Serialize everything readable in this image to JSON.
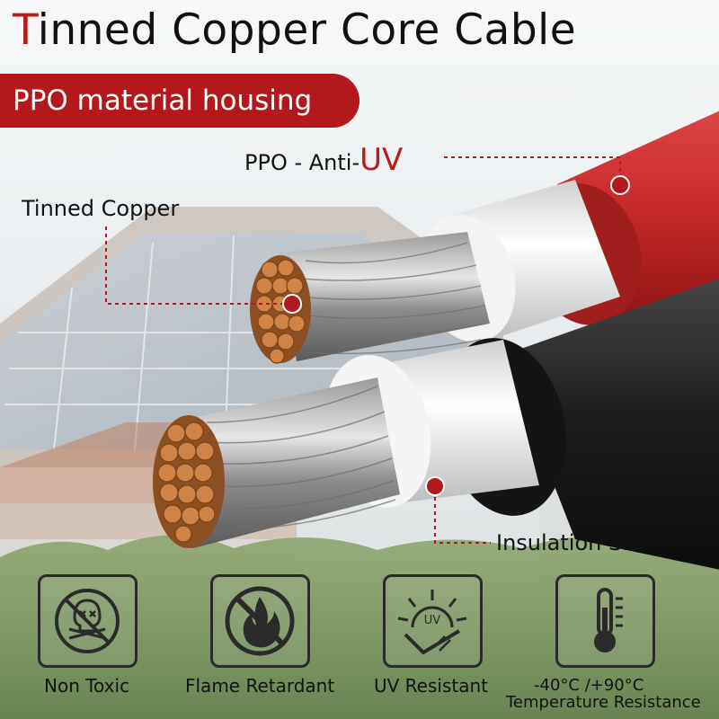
{
  "header": {
    "title_first_letter": "T",
    "title_rest": "inned Copper Core Cable",
    "subtitle": "PPO material housing"
  },
  "callouts": {
    "ppo_prefix": "PPO - Anti-",
    "ppo_uv": "UV",
    "tinned_copper": "Tinned Copper",
    "insulation_sleeve": "Insulation Sleeve"
  },
  "features": [
    {
      "label": "Non Toxic",
      "icon": "skull-crossbones-icon"
    },
    {
      "label": "Flame Retardant",
      "icon": "no-fire-icon"
    },
    {
      "label": "UV Resistant",
      "icon": "uv-sun-icon",
      "icon_text": "UV"
    },
    {
      "label": "-40°C /+90°C",
      "label2": "Temperature Resistance",
      "icon": "thermometer-icon"
    }
  ],
  "colors": {
    "accent_red": "#b3181c",
    "red_jacket": "#c62828",
    "black_jacket": "#1e1e1e",
    "copper": "#c97a3c",
    "icon_dark": "#2a2a2a"
  }
}
